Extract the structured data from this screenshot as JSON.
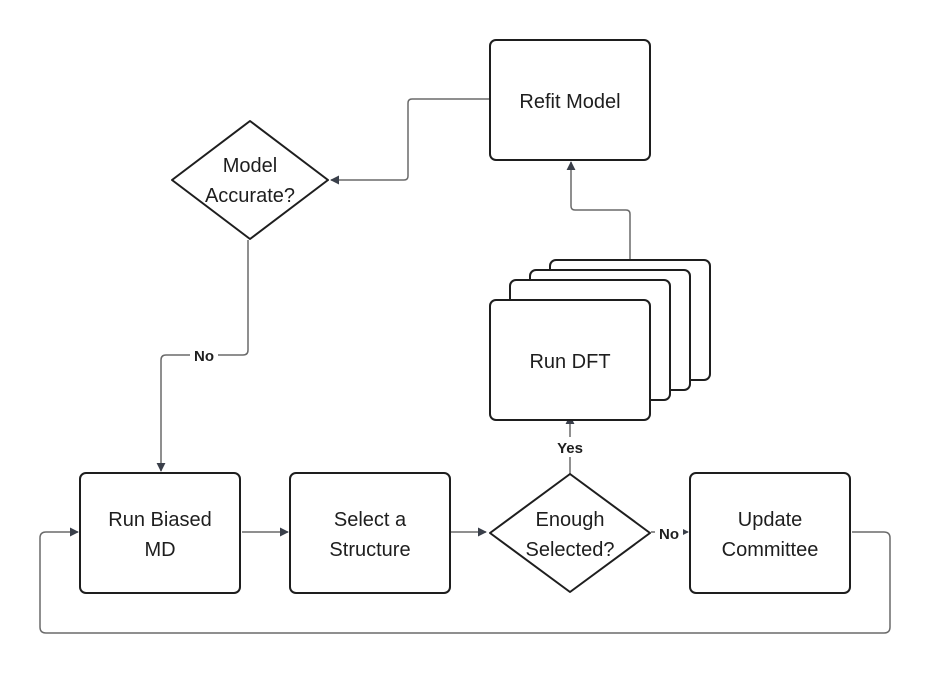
{
  "colors": {
    "stroke": "#1e1e1e",
    "connector": "#6a6a6a",
    "arrowhead": "#3a3f4a",
    "fill": "#ffffff"
  },
  "nodes": {
    "refit_model": {
      "label": "Refit Model",
      "shape": "rounded-rectangle"
    },
    "model_accurate": {
      "line1": "Model",
      "line2": "Accurate?",
      "shape": "diamond"
    },
    "run_dft": {
      "label": "Run DFT",
      "shape": "stacked-rectangles"
    },
    "run_biased_md": {
      "line1": "Run Biased",
      "line2": "MD",
      "shape": "rounded-rectangle"
    },
    "select_structure": {
      "line1": "Select a",
      "line2": "Structure",
      "shape": "rounded-rectangle"
    },
    "enough_selected": {
      "line1": "Enough",
      "line2": "Selected?",
      "shape": "diamond"
    },
    "update_committee": {
      "line1": "Update",
      "line2": "Committee",
      "shape": "rounded-rectangle"
    }
  },
  "edges": {
    "accurate_no": {
      "label": "No",
      "from": "Model Accurate?",
      "to": "Run Biased MD"
    },
    "enough_yes": {
      "label": "Yes",
      "from": "Enough Selected?",
      "to": "Run DFT"
    },
    "enough_no": {
      "label": "No",
      "from": "Enough Selected?",
      "to": "Update Committee"
    },
    "dft_to_refit": {
      "from": "Run DFT",
      "to": "Refit Model"
    },
    "refit_to_accurate": {
      "from": "Refit Model",
      "to": "Model Accurate?"
    },
    "md_to_select": {
      "from": "Run Biased MD",
      "to": "Select a Structure"
    },
    "select_to_enough": {
      "from": "Select a Structure",
      "to": "Enough Selected?"
    },
    "committee_loop": {
      "from": "Update Committee",
      "to": "Run Biased MD"
    }
  }
}
